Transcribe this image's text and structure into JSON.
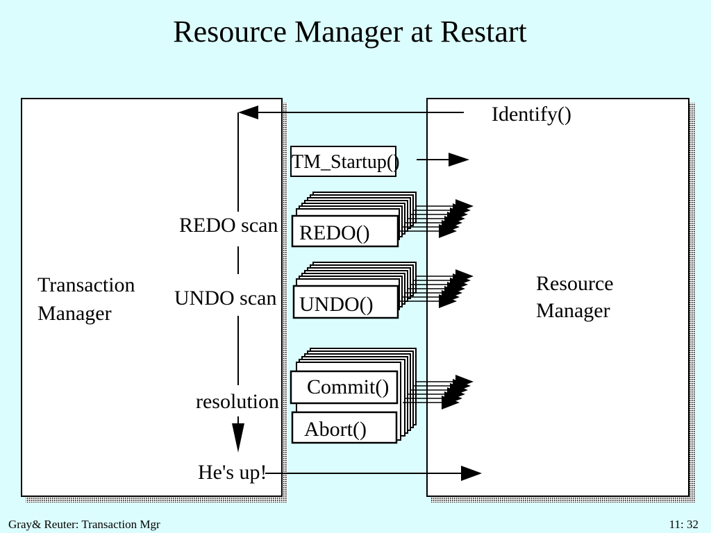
{
  "slide": {
    "title": "Resource Manager at Restart",
    "footer_left": "Gray& Reuter: Transaction Mgr",
    "footer_right": "11: 32"
  },
  "diagram": {
    "left_box": {
      "label_line1": "Transaction",
      "label_line2": "Manager"
    },
    "right_box": {
      "label_line1": "Resource",
      "label_line2": "Manager"
    },
    "messages": {
      "identify": "Identify()",
      "tm_startup": "TM_Startup()",
      "redo": "REDO()",
      "undo": "UNDO()",
      "commit": "Commit()",
      "abort": "Abort()"
    },
    "phases": {
      "redo_scan": "REDO scan",
      "undo_scan": "UNDO scan",
      "resolution": "resolution",
      "hes_up": "He's up!"
    }
  }
}
